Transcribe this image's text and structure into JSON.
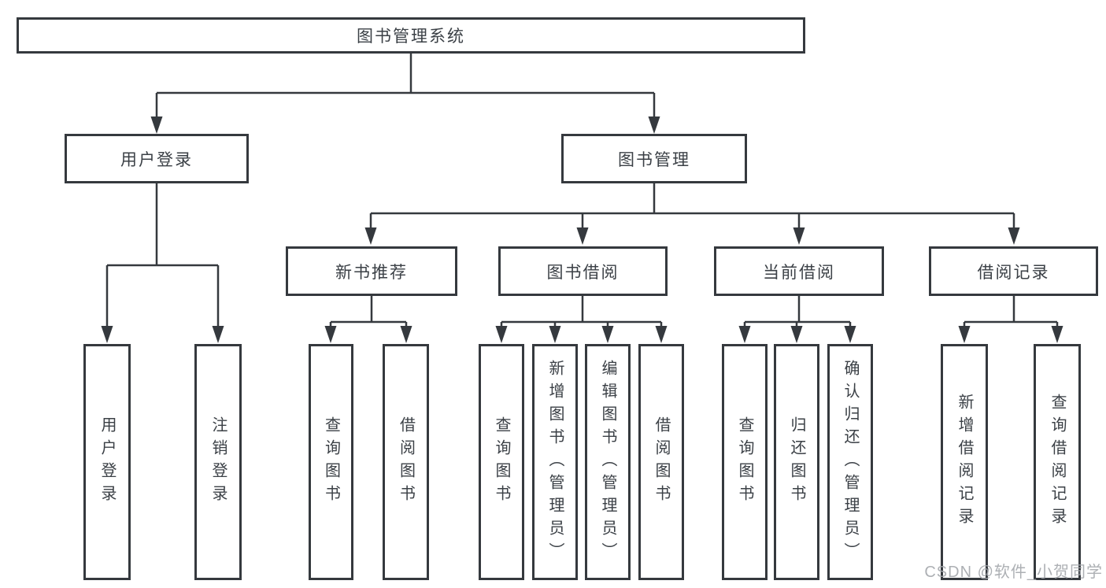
{
  "tree": {
    "root": {
      "label": "图书管理系统"
    },
    "level2": [
      {
        "label": "用户登录",
        "leaves": [
          {
            "label": "用户登录"
          },
          {
            "label": "注销登录"
          }
        ]
      },
      {
        "label": "图书管理",
        "groups": [
          {
            "label": "新书推荐",
            "leaves": [
              {
                "label": "查询图书"
              },
              {
                "label": "借阅图书"
              }
            ]
          },
          {
            "label": "图书借阅",
            "leaves": [
              {
                "label": "查询图书"
              },
              {
                "label": "新增图书（管理员）"
              },
              {
                "label": "编辑图书（管理员）"
              },
              {
                "label": "借阅图书"
              }
            ]
          },
          {
            "label": "当前借阅",
            "leaves": [
              {
                "label": "查询图书"
              },
              {
                "label": "归还图书"
              },
              {
                "label": "确认归还（管理员）"
              }
            ]
          },
          {
            "label": "借阅记录",
            "leaves": [
              {
                "label": "新增借阅记录"
              },
              {
                "label": "查询借阅记录"
              }
            ]
          }
        ]
      }
    ]
  },
  "watermark": {
    "text": "CSDN @软件_小贺同学"
  },
  "colors": {
    "line": "#35393e",
    "box_border": "#35393e",
    "text": "#3b4046",
    "watermark": "#a4a7ac",
    "background": "#ffffff"
  }
}
